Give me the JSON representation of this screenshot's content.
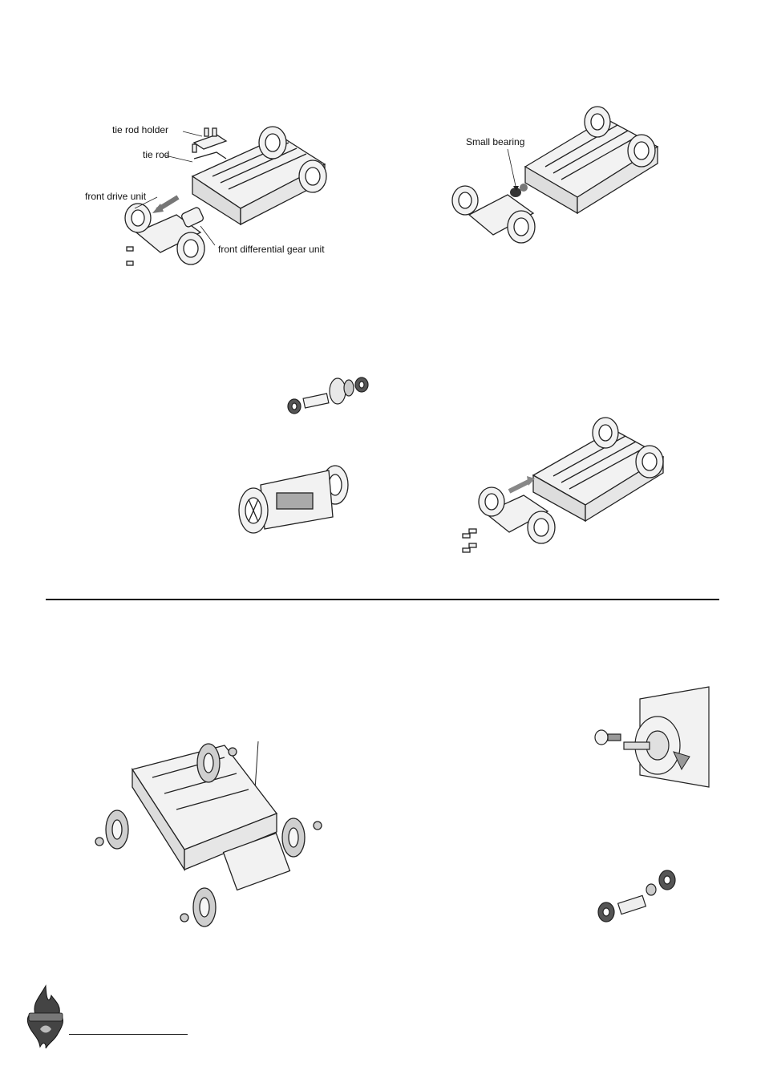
{
  "figures": {
    "front_unit_removal": {
      "labels": {
        "tie_rod_holder": "tie rod holder",
        "tie_rod": "tie rod",
        "front_drive_unit": "front drive unit",
        "front_differential_gear_unit": "front differential gear unit"
      }
    },
    "small_bearing_install": {
      "labels": {
        "small_bearing": "Small bearing"
      }
    }
  },
  "colors": {
    "line": "#222222",
    "fill": "#f2f2f2",
    "shade": "#9a9a9a",
    "rule": "#111111"
  },
  "icons": [
    "xmods-logo"
  ]
}
